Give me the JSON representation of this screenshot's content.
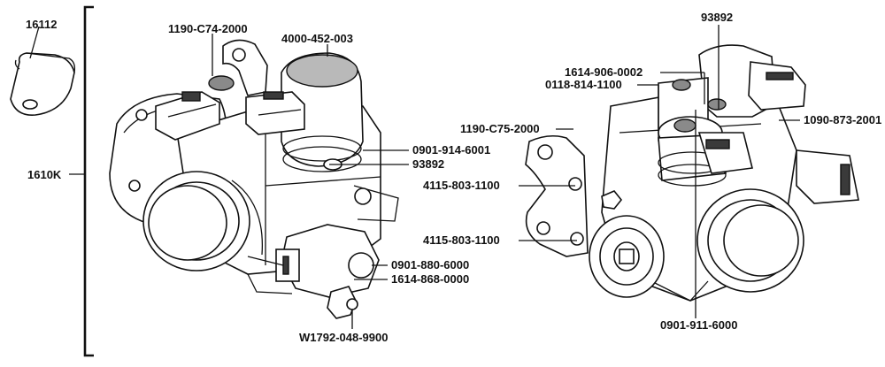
{
  "labels": {
    "gasket": "16112",
    "assembly": "1610K",
    "left_screw_top": "1190-C74-2000",
    "left_motor": "4000-452-003",
    "left_oring": "0901-914-6001",
    "left_sensor_upper": "93892",
    "left_sensor_oring": "0901-880-6000",
    "left_sensor": "1614-868-0000",
    "left_bolt": "W1792-048-9900",
    "right_sensor_top": "93892",
    "right_pipe": "1614-906-0002",
    "right_cap": "0118-814-1100",
    "right_bracket": "1190-C75-2000",
    "right_connector": "1090-873-2001",
    "right_screw_1": "4115-803-1100",
    "right_screw_2": "4115-803-1100",
    "right_bottom": "0901-911-6000"
  }
}
